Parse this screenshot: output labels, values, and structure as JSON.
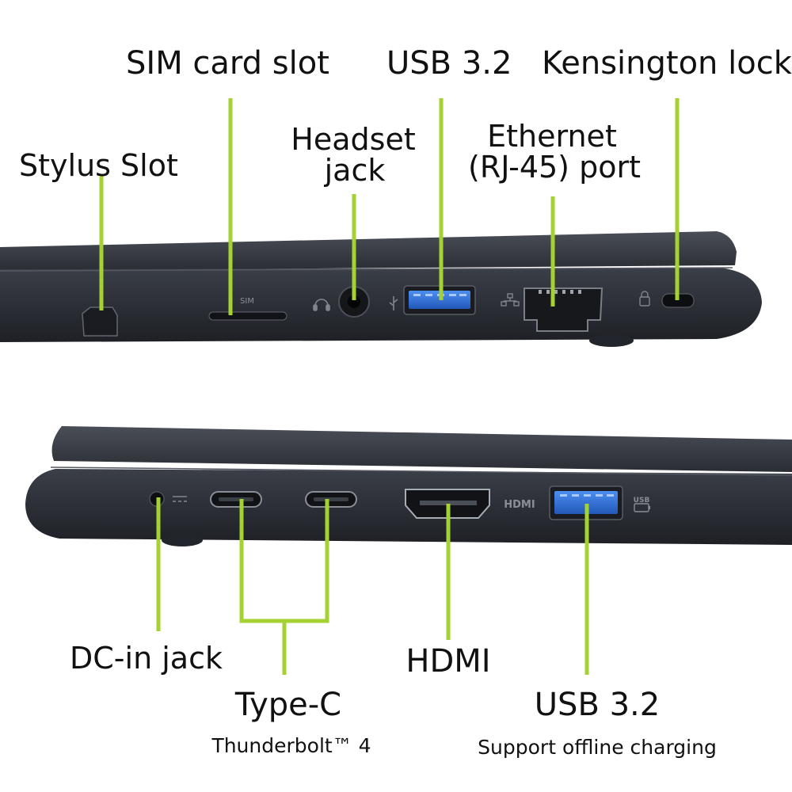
{
  "top_panel": {
    "ports": [
      {
        "id": "stylus",
        "label": "Stylus Slot"
      },
      {
        "id": "sim",
        "label": "SIM card slot"
      },
      {
        "id": "headset",
        "label_lines": [
          "Headset",
          "jack"
        ]
      },
      {
        "id": "usb_top",
        "label": "USB 3.2"
      },
      {
        "id": "ethernet",
        "label_lines": [
          "Ethernet",
          "(RJ-45) port"
        ]
      },
      {
        "id": "kensington",
        "label": "Kensington lock"
      }
    ],
    "port_markings": {
      "sim": "SIM"
    }
  },
  "bottom_panel": {
    "ports": [
      {
        "id": "dc_in",
        "label": "DC-in jack"
      },
      {
        "id": "type_c",
        "label": "Type-C",
        "sublabel": "Thunderbolt™ 4"
      },
      {
        "id": "hdmi",
        "label": "HDMI"
      },
      {
        "id": "usb_bottom",
        "label": "USB 3.2",
        "sublabel": "Support offline charging"
      }
    ],
    "port_markings": {
      "hdmi": "HDMI",
      "usb": "USB"
    }
  },
  "colors": {
    "callout_line": "#a4d233",
    "laptop_body": "#2b2e35",
    "laptop_lid": "#3a3d45",
    "usb_port": "#2f6fd6",
    "background": "#ffffff"
  },
  "icons": [
    "headset-icon",
    "usb-icon",
    "network-icon",
    "lock-icon",
    "dc-power-icon",
    "usb-charge-icon"
  ]
}
